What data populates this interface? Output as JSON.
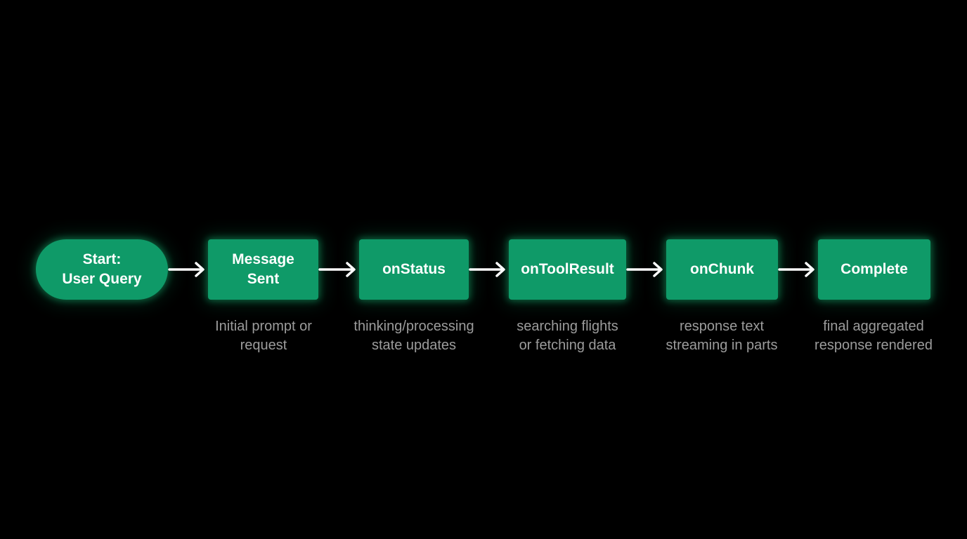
{
  "accent_color": "#0f9a68",
  "background_color": "#000000",
  "caption_color": "#9c9c9c",
  "nodes": [
    {
      "label": "Start:\nUser Query",
      "shape": "pill"
    },
    {
      "label": "Message\nSent",
      "shape": "rect"
    },
    {
      "label": "onStatus",
      "shape": "rect"
    },
    {
      "label": "onToolResult",
      "shape": "rect"
    },
    {
      "label": "onChunk",
      "shape": "rect"
    },
    {
      "label": "Complete",
      "shape": "rect"
    }
  ],
  "captions": [
    "Initial prompt or\nrequest",
    "thinking/processing\nstate updates",
    "searching flights\nor fetching data",
    "response text\nstreaming in parts",
    "final aggregated\nresponse rendered"
  ]
}
